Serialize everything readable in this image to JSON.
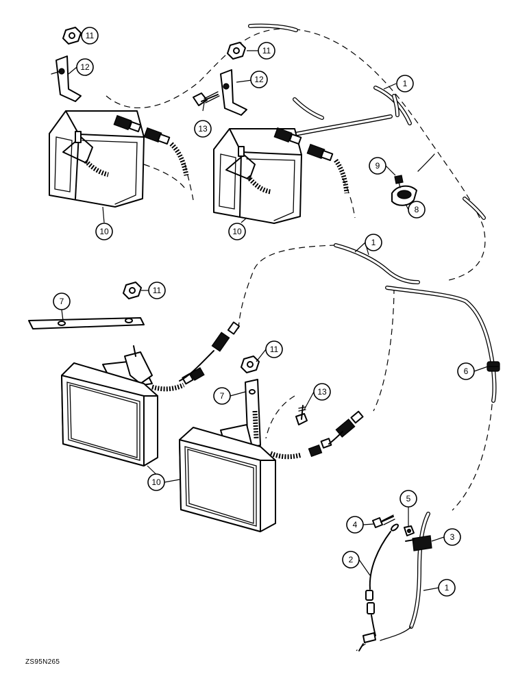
{
  "diagram": {
    "reference_code": "ZS95N265",
    "callouts": [
      {
        "id": "c1a",
        "label": "1"
      },
      {
        "id": "c1b",
        "label": "1"
      },
      {
        "id": "c1c",
        "label": "1"
      },
      {
        "id": "c2",
        "label": "2"
      },
      {
        "id": "c3",
        "label": "3"
      },
      {
        "id": "c4",
        "label": "4"
      },
      {
        "id": "c5",
        "label": "5"
      },
      {
        "id": "c6",
        "label": "6"
      },
      {
        "id": "c7a",
        "label": "7"
      },
      {
        "id": "c7b",
        "label": "7"
      },
      {
        "id": "c8",
        "label": "8"
      },
      {
        "id": "c9",
        "label": "9"
      },
      {
        "id": "c10a",
        "label": "10"
      },
      {
        "id": "c10b",
        "label": "10"
      },
      {
        "id": "c10c",
        "label": "10"
      },
      {
        "id": "c11a",
        "label": "11"
      },
      {
        "id": "c11b",
        "label": "11"
      },
      {
        "id": "c11c",
        "label": "11"
      },
      {
        "id": "c11d",
        "label": "11"
      },
      {
        "id": "c12a",
        "label": "12"
      },
      {
        "id": "c12b",
        "label": "12"
      },
      {
        "id": "c13a",
        "label": "13"
      },
      {
        "id": "c13b",
        "label": "13"
      }
    ]
  }
}
